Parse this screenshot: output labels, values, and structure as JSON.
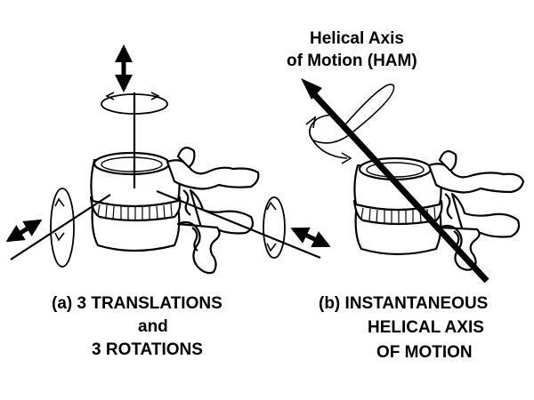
{
  "labels": {
    "ham_title_line1": "Helical Axis",
    "ham_title_line2": "of Motion (HAM)",
    "caption_a_line1": "(a) 3 TRANSLATIONS",
    "caption_a_line2": "and",
    "caption_a_line3": "3 ROTATIONS",
    "caption_b_line1": "(b) INSTANTANEOUS",
    "caption_b_line2": "HELICAL AXIS",
    "caption_b_line3": "OF MOTION"
  },
  "icons": {
    "vertebra": "lumbar-vertebra-illustration",
    "translation": "double-headed-arrow",
    "rotation": "circular-arrow"
  },
  "colors": {
    "ink": "#000000",
    "background": "#ffffff"
  }
}
